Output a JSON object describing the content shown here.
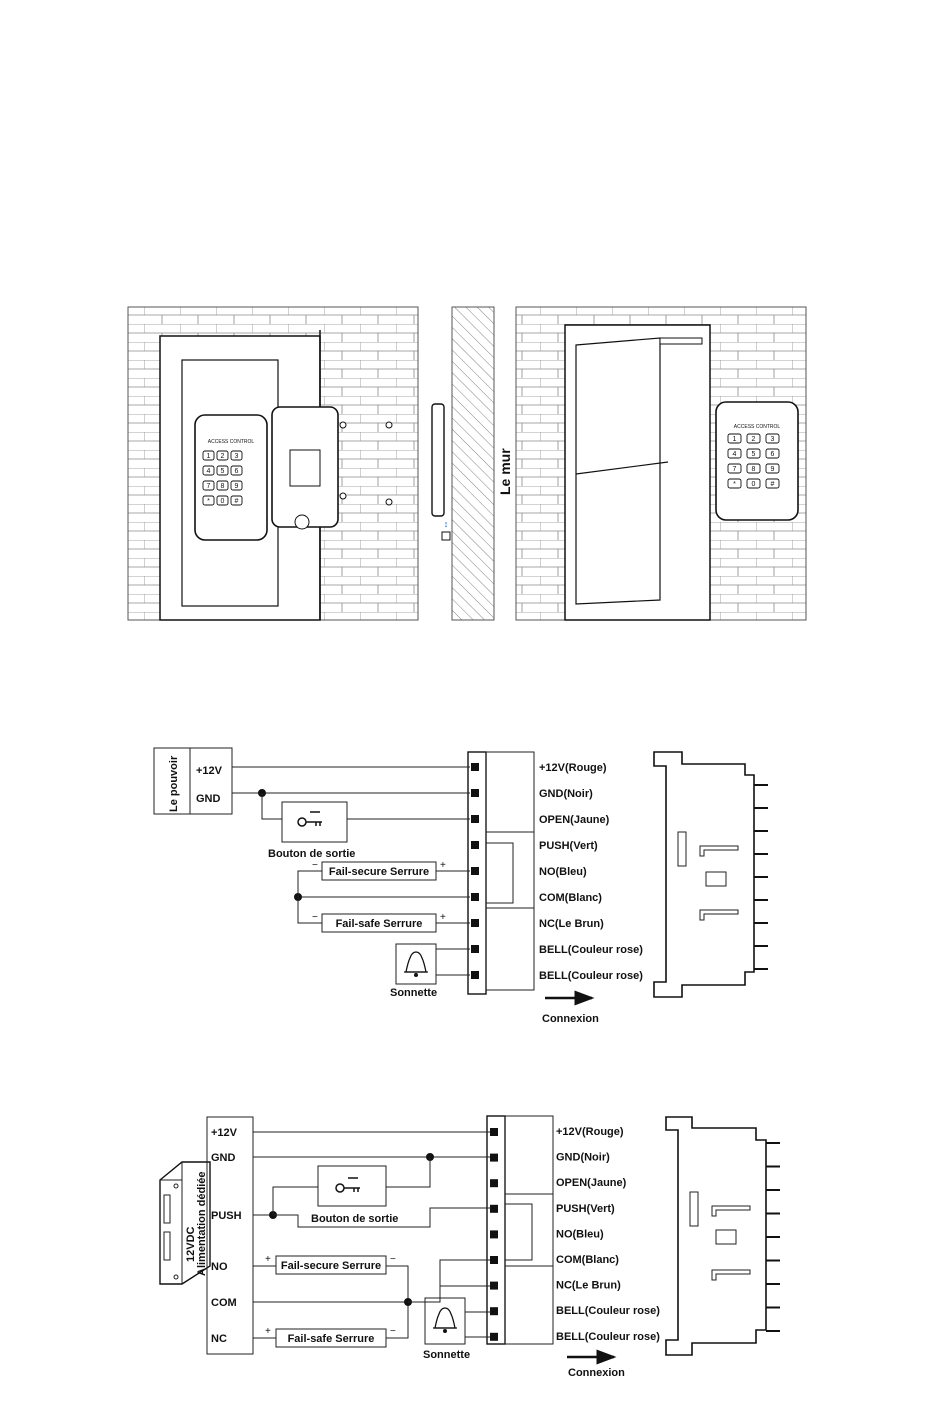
{
  "illustration": {
    "device_label": "ACCESS CONTROL",
    "wall_label": "Le mur",
    "keypad_keys": [
      "1",
      "2",
      "3",
      "4",
      "5",
      "6",
      "7",
      "8",
      "9",
      "*",
      "0",
      "#"
    ]
  },
  "diagram1": {
    "power_label": "Le pouvoir",
    "power_terminals": [
      "+12V",
      "GND"
    ],
    "exit_button_label": "Bouton de sortie",
    "fail_secure_label": "Fail-secure Serrure",
    "fail_safe_label": "Fail-safe Serrure",
    "bell_label": "Sonnette",
    "wires": [
      "+12V(Rouge)",
      "GND(Noir)",
      "OPEN(Jaune)",
      "PUSH(Vert)",
      "NO(Bleu)",
      "COM(Blanc)",
      "NC(Le Brun)",
      "BELL(Couleur rose)",
      "BELL(Couleur rose)"
    ],
    "connection_label": "Connexion",
    "plus": "+",
    "minus": "−"
  },
  "diagram2": {
    "supply_label_line1": "12VDC",
    "supply_label_line2": "Alimentation dédiée",
    "terminals": [
      "+12V",
      "GND",
      "PUSH",
      "NO",
      "COM",
      "NC"
    ],
    "exit_button_label": "Bouton de sortie",
    "fail_secure_label": "Fail-secure Serrure",
    "fail_safe_label": "Fail-safe Serrure",
    "bell_label": "Sonnette",
    "wires": [
      "+12V(Rouge)",
      "GND(Noir)",
      "OPEN(Jaune)",
      "PUSH(Vert)",
      "NO(Bleu)",
      "COM(Blanc)",
      "NC(Le Brun)",
      "BELL(Couleur rose)",
      "BELL(Couleur rose)"
    ],
    "connection_label": "Connexion",
    "plus": "+",
    "minus": "−"
  }
}
